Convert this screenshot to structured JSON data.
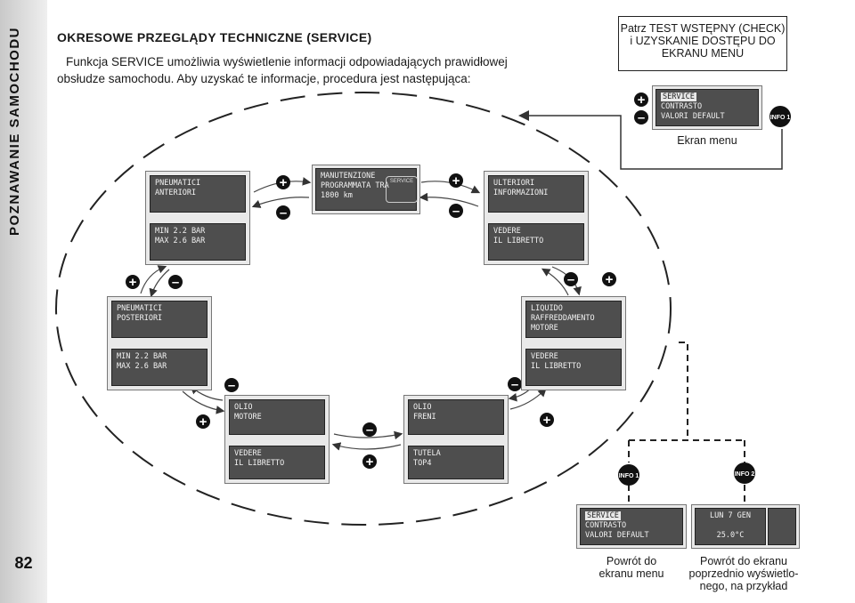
{
  "sidebar": {
    "title": "POZNAWANIE SAMOCHODU",
    "page_number": "82"
  },
  "section": {
    "title": "OKRESOWE PRZEGLĄDY TECHNICZNE (SERVICE)",
    "intro": "Funkcja SERVICE umożliwia wyświetlenie informacji odpowiadających prawidłowej obsłudze samochodu. Aby uzyskać te informacje, procedura jest następująca:"
  },
  "top_right": {
    "box_lines": [
      "Patrz TEST WSTĘPNY (CHECK)",
      "i UZYSKANIE DOSTĘPU DO",
      "EKRANU MENU"
    ],
    "menu_caption": "Ekran menu"
  },
  "menu_display": {
    "highlight": "SERVICE",
    "line2": "CONTRASTO",
    "line3": "VALORI DEFAULT"
  },
  "buttons": {
    "info1": "INFO 1",
    "info2": "INFO 2",
    "plus": "+",
    "minus": "–"
  },
  "screens": {
    "center": {
      "line1": "MANUTENZIONE",
      "line2": "PROGRAMMATA TRA",
      "line3": "1800 km",
      "icon": "SERVICE"
    },
    "front_tyres": {
      "top1": "PNEUMATICI",
      "top2": "ANTERIORI",
      "bottom1": "MIN 2.2 BAR",
      "bottom2": "MAX 2.6 BAR"
    },
    "rear_tyres": {
      "top1": "PNEUMATICI",
      "top2": "POSTERIORI",
      "bottom1": "MIN 2.2 BAR",
      "bottom2": "MAX 2.6 BAR"
    },
    "engine_oil": {
      "top1": "OLIO",
      "top2": "MOTORE",
      "bottom1": "VEDERE",
      "bottom2": "IL LIBRETTO"
    },
    "brake_oil": {
      "top1": "OLIO",
      "top2": "FRENI",
      "bottom1": "TUTELA",
      "bottom2": "TOP4"
    },
    "coolant": {
      "top1": "LIQUIDO",
      "top2": "RAFFREDDAMENTO",
      "top3": "MOTORE",
      "bottom1": "VEDERE",
      "bottom2": "IL LIBRETTO"
    },
    "more_info": {
      "top1": "ULTERIORI",
      "top2": "INFORMAZIONI",
      "bottom1": "VEDERE",
      "bottom2": "IL LIBRETTO"
    }
  },
  "bottom": {
    "menu_return": {
      "highlight": "SERVICE",
      "line2": "CONTRASTO",
      "line3": "VALORI DEFAULT",
      "caption1": "Powrót do",
      "caption2": "ekranu menu"
    },
    "prev_return": {
      "line1": "LUN 7 GEN",
      "line2": "25.0°C",
      "caption1": "Powrót do ekranu",
      "caption2": "poprzednio wyświetlo-",
      "caption3": "nego, na przykład"
    }
  }
}
